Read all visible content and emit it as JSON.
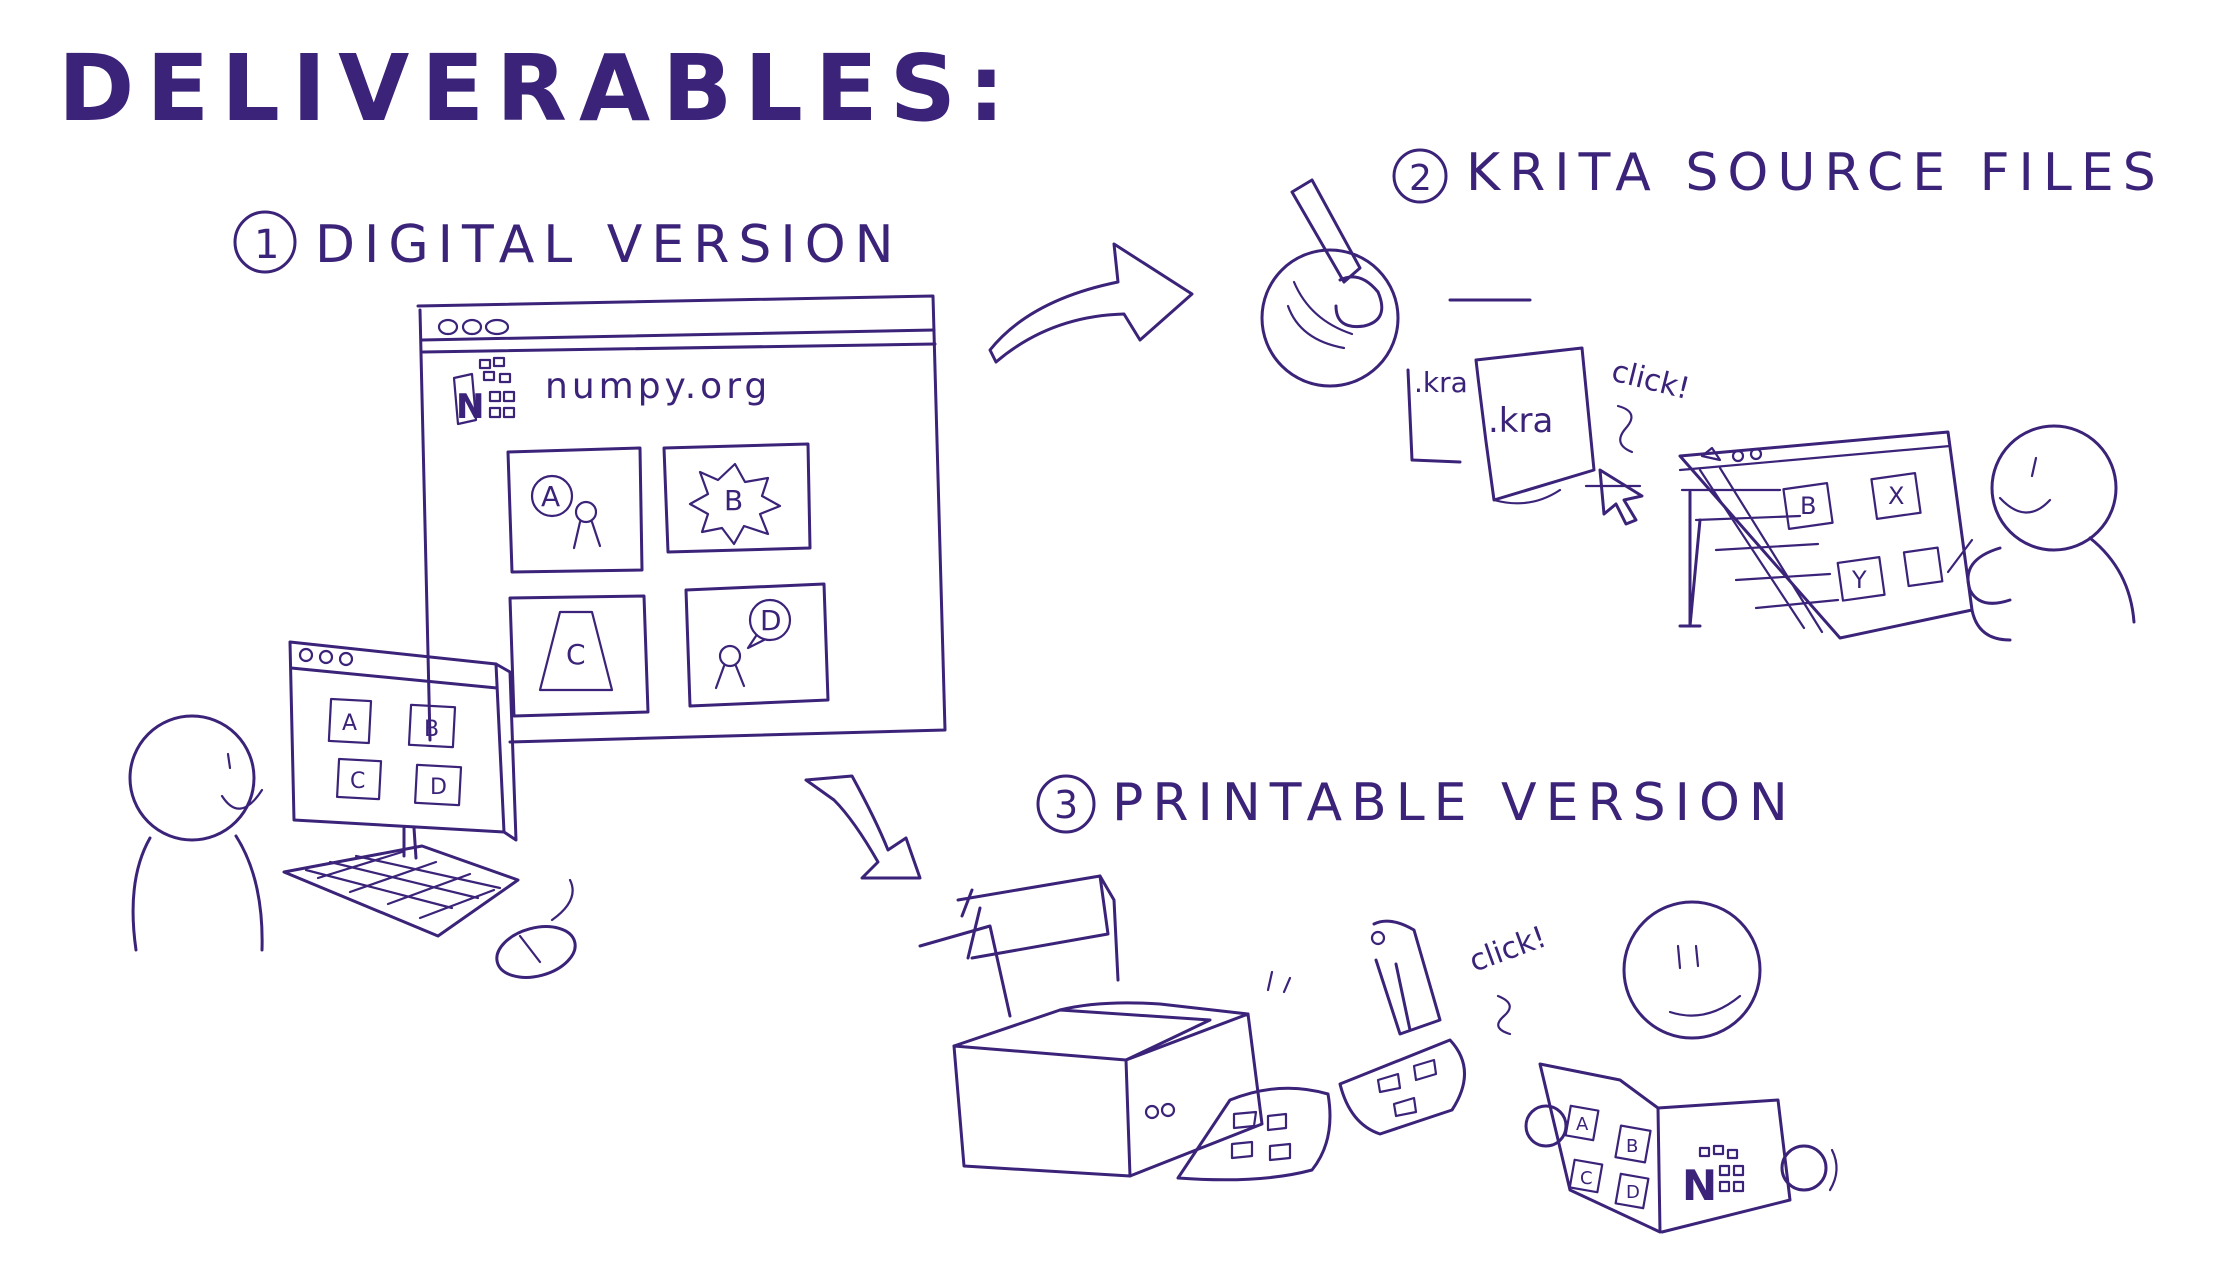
{
  "title": "DELIVERABLES:",
  "sections": [
    {
      "number": "1",
      "label": "DIGITAL VERSION"
    },
    {
      "number": "2",
      "label": "KRITA SOURCE FILES"
    },
    {
      "number": "3",
      "label": "PRINTABLE VERSION"
    }
  ],
  "browser": {
    "url": "numpy.org",
    "logo_letter": "N",
    "panels": [
      "A",
      "B",
      "C",
      "D"
    ]
  },
  "monitor_panels": [
    "A",
    "B",
    "C",
    "D"
  ],
  "files": [
    ".kra",
    ".kra"
  ],
  "click_text": [
    "click!",
    "click!"
  ],
  "tablet_panels": [
    "B",
    "X",
    "Y"
  ],
  "comic_panels": [
    "A",
    "B",
    "C",
    "D"
  ],
  "comic_logo_letter": "N",
  "colors": {
    "ink": "#3a2378",
    "background": "#ffffff"
  }
}
